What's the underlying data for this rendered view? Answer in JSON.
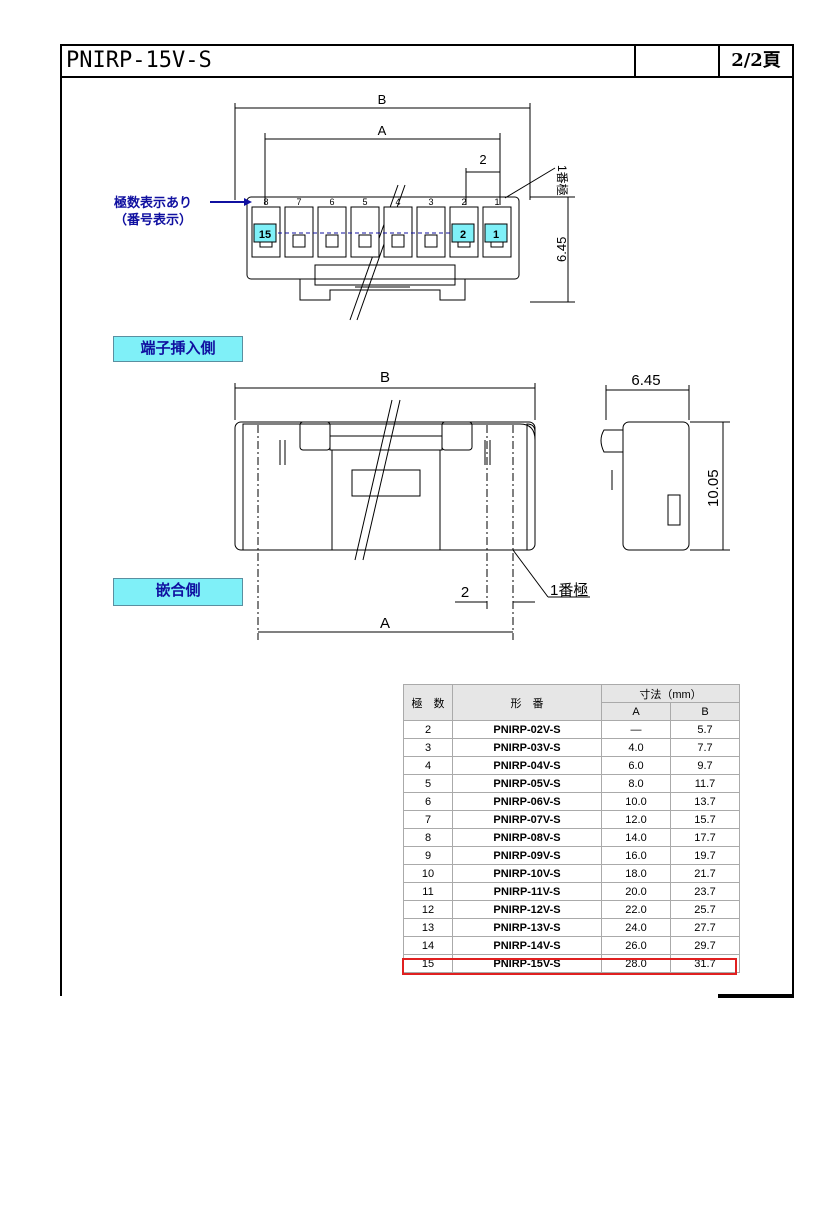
{
  "header": {
    "title": "PNIRP-15V-S",
    "page": "2/2頁"
  },
  "top_view": {
    "dim_b": "B",
    "dim_a": "A",
    "pitch": "2",
    "height": "6.45",
    "pole1_label": "1番極",
    "pin_numbers": [
      "8",
      "7",
      "6",
      "5",
      "4",
      "3",
      "2",
      "1"
    ],
    "callout": "極数表示あり",
    "callout_sub": "（番号表示）",
    "tag_15": "15",
    "tag_2": "2",
    "tag_1": "1"
  },
  "labels": {
    "insert_side": "端子挿入側",
    "mating_side": "嵌合側"
  },
  "side_view": {
    "dim_b": "B",
    "dim_a": "A",
    "pitch": "2",
    "pole1_label": "1番極",
    "depth": "6.45",
    "height": "10.05"
  },
  "table": {
    "col_poles": "極　数",
    "col_part": "形　番",
    "col_dim": "寸法（mm）",
    "col_a": "A",
    "col_b": "B",
    "rows": [
      {
        "poles": "2",
        "part": "PNIRP-02V-S",
        "a": "—",
        "b": "5.7"
      },
      {
        "poles": "3",
        "part": "PNIRP-03V-S",
        "a": "4.0",
        "b": "7.7"
      },
      {
        "poles": "4",
        "part": "PNIRP-04V-S",
        "a": "6.0",
        "b": "9.7"
      },
      {
        "poles": "5",
        "part": "PNIRP-05V-S",
        "a": "8.0",
        "b": "11.7"
      },
      {
        "poles": "6",
        "part": "PNIRP-06V-S",
        "a": "10.0",
        "b": "13.7"
      },
      {
        "poles": "7",
        "part": "PNIRP-07V-S",
        "a": "12.0",
        "b": "15.7"
      },
      {
        "poles": "8",
        "part": "PNIRP-08V-S",
        "a": "14.0",
        "b": "17.7"
      },
      {
        "poles": "9",
        "part": "PNIRP-09V-S",
        "a": "16.0",
        "b": "19.7"
      },
      {
        "poles": "10",
        "part": "PNIRP-10V-S",
        "a": "18.0",
        "b": "21.7"
      },
      {
        "poles": "11",
        "part": "PNIRP-11V-S",
        "a": "20.0",
        "b": "23.7"
      },
      {
        "poles": "12",
        "part": "PNIRP-12V-S",
        "a": "22.0",
        "b": "25.7"
      },
      {
        "poles": "13",
        "part": "PNIRP-13V-S",
        "a": "24.0",
        "b": "27.7"
      },
      {
        "poles": "14",
        "part": "PNIRP-14V-S",
        "a": "26.0",
        "b": "29.7"
      },
      {
        "poles": "15",
        "part": "PNIRP-15V-S",
        "a": "28.0",
        "b": "31.7"
      }
    ]
  },
  "colors": {
    "highlight": "#e02020",
    "label_bg": "#7ff0f8",
    "callout": "#1010a0"
  }
}
